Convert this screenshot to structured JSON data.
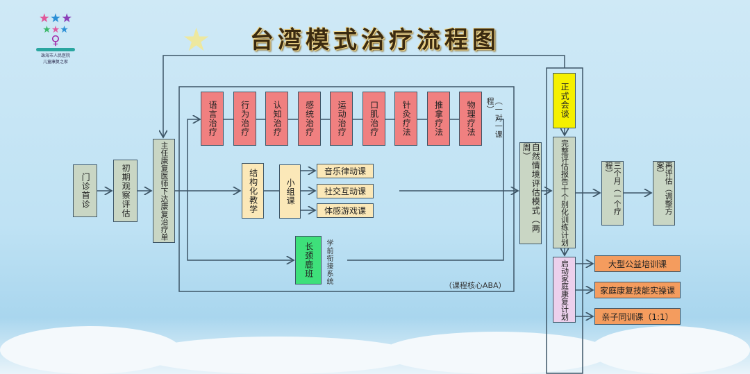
{
  "title": "台湾模式治疗流程图",
  "logo": {
    "text_line1": "珠海市人民医院",
    "text_line2": "儿童康复之家"
  },
  "steps": {
    "clinic": "门诊首诊",
    "initial_eval": "初期观察评估",
    "director": "主任康复医师下达康复治疗单",
    "structured": "结构化教学",
    "group": "小组课",
    "giraffe": "长颈鹿班",
    "natural_eval": "自然情境评估模式（两周）",
    "meeting": "正式会谈",
    "report": "完整评估报告十个别化训练计划",
    "three_months": "三个月（一个疗程）",
    "reeval": "再评估（调整方案）",
    "family": "启动家庭康复计划"
  },
  "therapies": [
    "语言治疗",
    "行为治疗",
    "认知治疗",
    "感统治疗",
    "运动治疗",
    "口肌治疗",
    "针灸疗法",
    "推拿疗法",
    "物理疗法"
  ],
  "one_on_one_label": "（一对一课程）",
  "group_courses": [
    "音乐律动课",
    "社交互动课",
    "体感游戏课"
  ],
  "preschool_label": "学前衔接系统",
  "core_label": "（课程核心ABA）",
  "family_courses": [
    "大型公益培训课",
    "家庭康复技能实操课",
    "亲子同训课（1:1）"
  ]
}
